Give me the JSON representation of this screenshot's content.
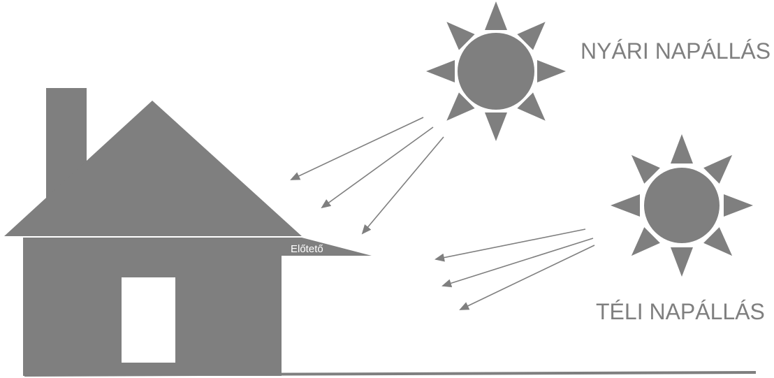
{
  "labels": {
    "summer": "NYÁRI NAPÁLLÁS",
    "winter": "TÉLI NAPÁLLÁS",
    "canopy": "Előtető"
  },
  "colors": {
    "shape": "#7f7f7f",
    "background": "#ffffff"
  }
}
